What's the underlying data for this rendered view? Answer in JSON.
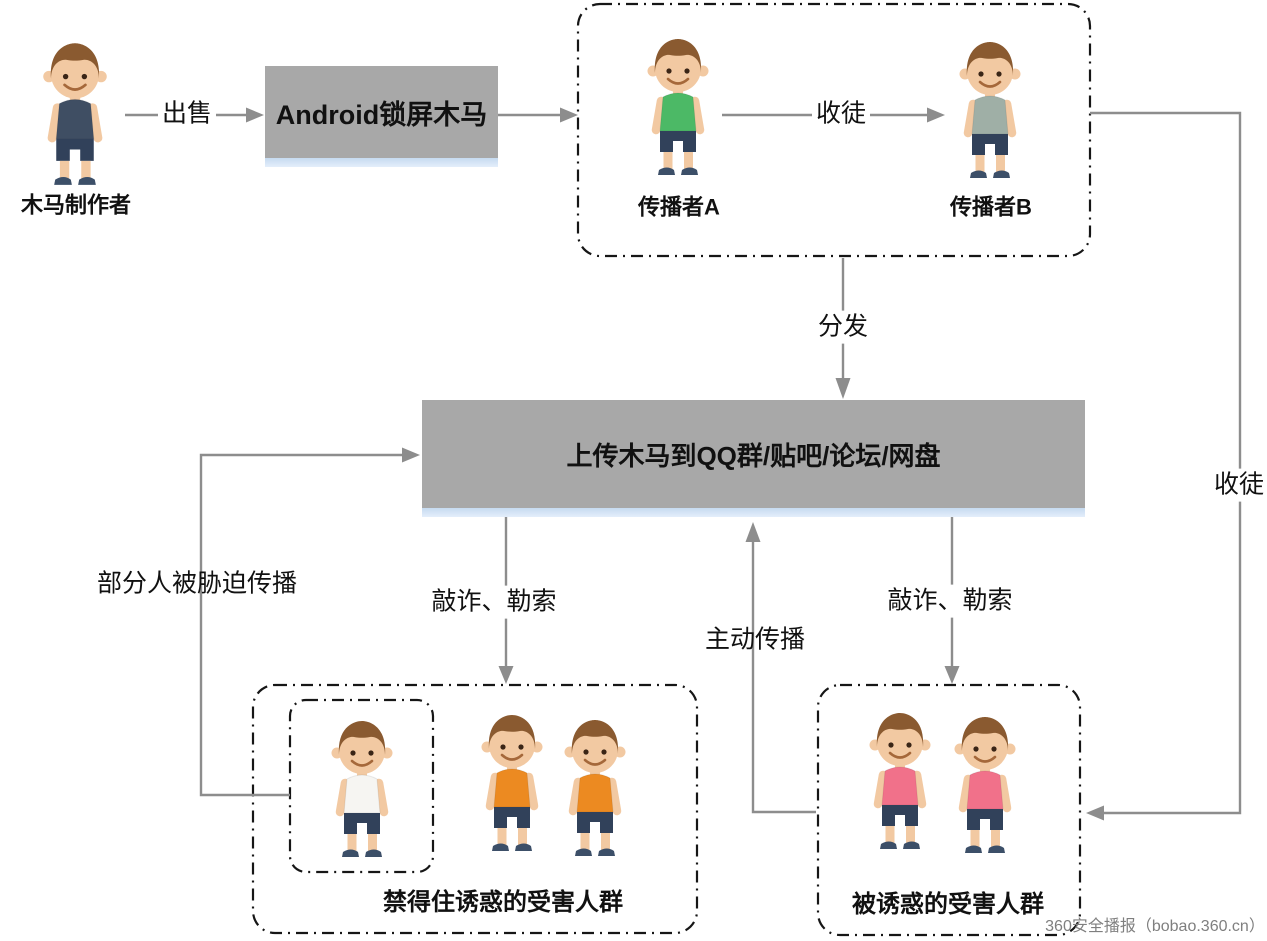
{
  "nodes": {
    "maker": "木马制作者",
    "trojan_box": "Android锁屏木马",
    "spreader_a": "传播者A",
    "spreader_b": "传播者B",
    "upload_box": "上传木马到QQ群/贴吧/论坛/网盘",
    "resist_caption": "禁得住诱惑的受害人群",
    "tempted_caption": "被诱惑的受害人群"
  },
  "edges": {
    "sell": "出售",
    "recruit_top": "收徒",
    "distribute": "分发",
    "recruit_right": "收徒",
    "extort_left": "敲诈、勒索",
    "extort_right": "敲诈、勒索",
    "active_spread": "主动传播",
    "coerced": "部分人被胁迫传播"
  },
  "figures": {
    "maker_shirt": "#3f4e63",
    "spreader_a_shirt": "#4cb966",
    "spreader_b_shirt": "#9fafa6",
    "resist_white_shirt": "#f6f5f2",
    "resist_orange_shirt": "#ec8a21",
    "tempted_pink_shirt": "#f1718a"
  },
  "colors": {
    "node_box_fill": "#a8a8a8",
    "box_shadow_blue": "#d9e8f7",
    "connector_gray": "#8d8d8d",
    "dashed_border": "#161616",
    "label_text": "#111111",
    "watermark_text": "#7f7f7f"
  },
  "watermark": "360安全播报（bobao.360.cn）"
}
